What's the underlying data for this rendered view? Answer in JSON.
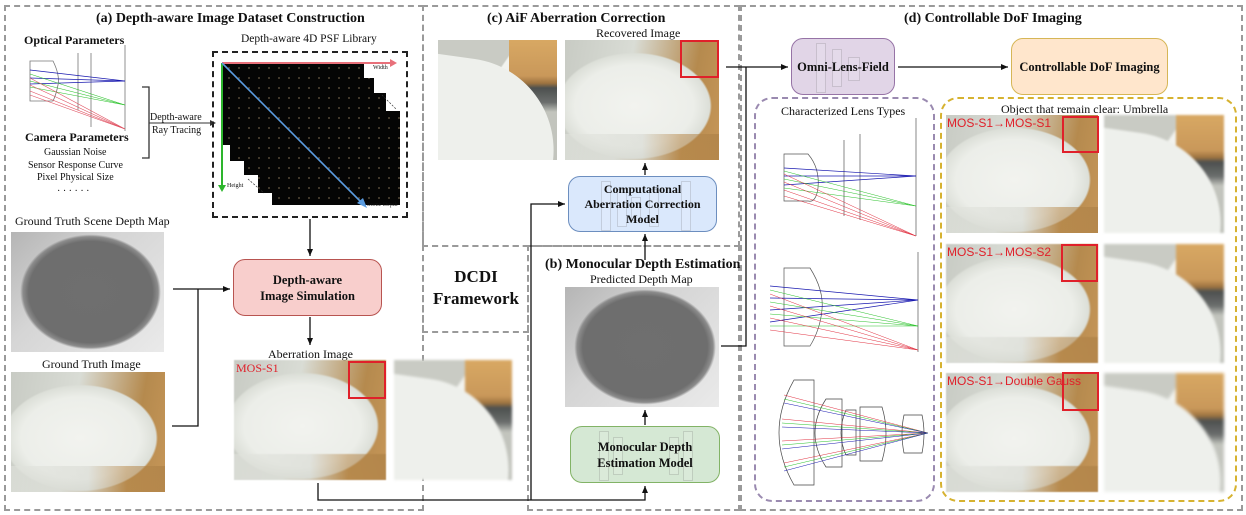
{
  "colors": {
    "red_highlight": "#e0202a",
    "sim_node_fill": "#f8cecc",
    "sim_node_border": "#b85450",
    "correction_node_fill": "#dae8fc",
    "correction_node_border": "#6c8ebf",
    "depth_node_fill": "#d5e8d4",
    "depth_node_border": "#82b366",
    "omni_node_fill": "#e1d5e7",
    "omni_node_border": "#9673a6",
    "dof_node_fill": "#ffe6cc",
    "dof_node_border": "#d6b656",
    "psf_width_axis": "#e8707a",
    "psf_height_axis": "#2db52d",
    "psf_depth_axis": "#5b9ce0"
  },
  "section_a": {
    "title": "(a) Depth-aware Image Dataset Construction",
    "optical_parameters": "Optical Parameters",
    "camera_parameters": "Camera Parameters",
    "camera_items": [
      "Gaussian Noise",
      "Sensor Response Curve",
      "Pixel Physical Size"
    ],
    "ellipsis": "· · · · · ·",
    "ray_tracing_label": [
      "Depth-aware",
      "Ray Tracing"
    ],
    "psf_library_title": "Depth-aware 4D PSF Library",
    "psf_axes": {
      "width": "Width",
      "height": "Height",
      "depth": "Scene Depth"
    },
    "gt_depth_map": "Ground Truth Scene Depth Map",
    "gt_image": "Ground Truth Image",
    "simulation_node": [
      "Depth-aware",
      "Image Simulation"
    ],
    "aberration_image": "Aberration Image",
    "aberration_label": "MOS-S1"
  },
  "framework_label": [
    "DCDI",
    "Framework"
  ],
  "section_b": {
    "title": "(b) Monocular Depth Estimation",
    "predicted_depth": "Predicted Depth Map",
    "model_node": [
      "Monocular Depth",
      "Estimation Model"
    ]
  },
  "section_c": {
    "title": "(c) AiF Aberration Correction",
    "recovered_image": "Recovered Image",
    "model_node": [
      "Computational",
      "Aberration Correction",
      "Model"
    ]
  },
  "section_d": {
    "title": "(d) Controllable DoF Imaging",
    "omni_node": "Omni-Lens-Field",
    "dof_node": "Controllable DoF Imaging",
    "lens_types_title": "Characterized Lens Types",
    "clear_object_title": "Object that remain clear: Umbrella",
    "results": [
      {
        "label": "MOS-S1→MOS-S1"
      },
      {
        "label": "MOS-S1→MOS-S2"
      },
      {
        "label": "MOS-S1→Double Gauss"
      }
    ]
  }
}
